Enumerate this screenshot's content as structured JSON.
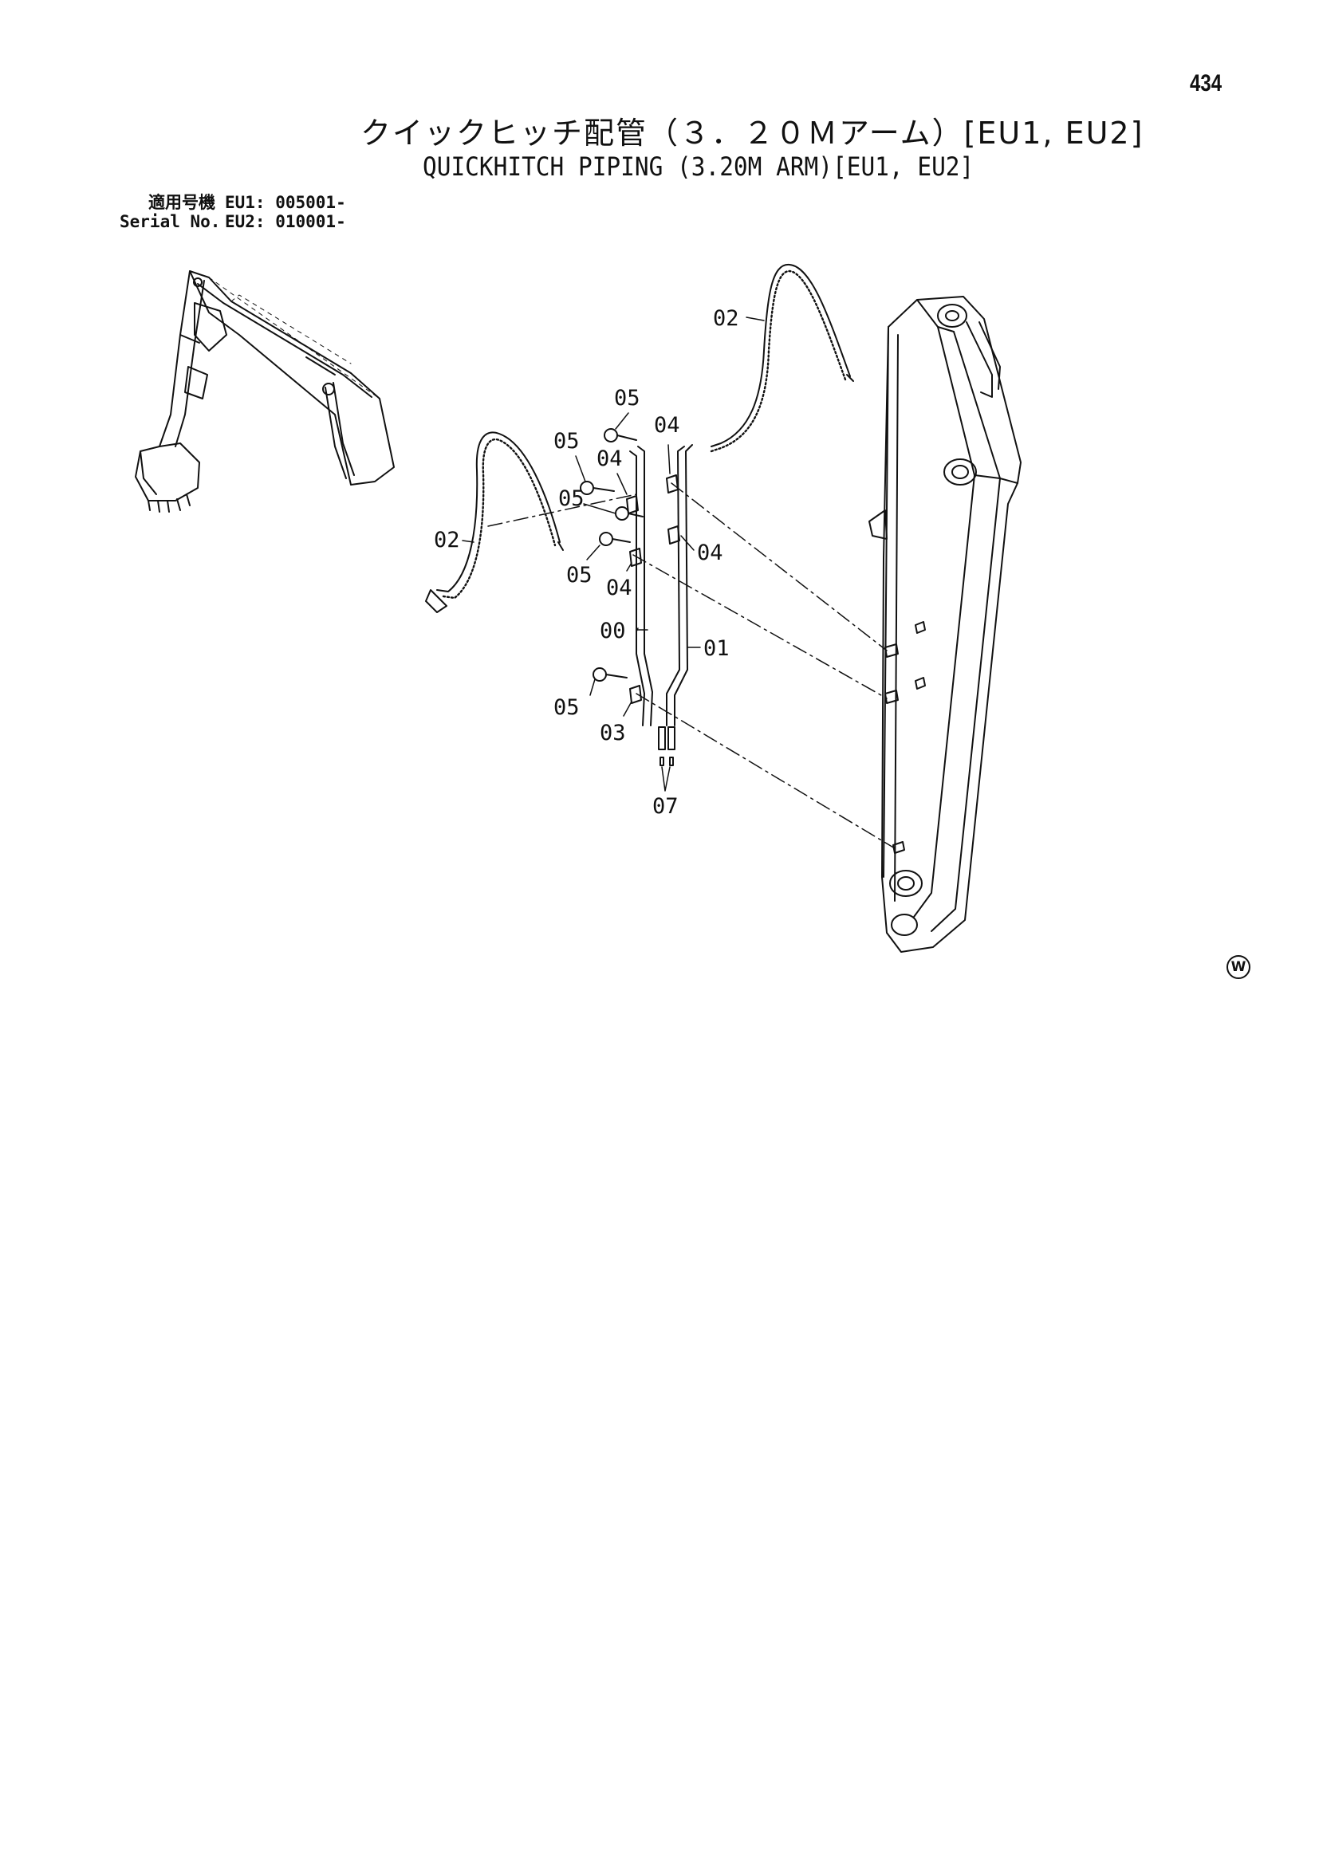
{
  "page": {
    "number": "434",
    "title_jp": "クイックヒッチ配管（３．２０Ｍアーム）[EU1, EU2]",
    "title_en": "QUICKHITCH PIPING (3.20M ARM)[EU1, EU2]",
    "watermark": "W"
  },
  "serial": {
    "rows": [
      {
        "label": "適用号機",
        "value": "EU1: 005001-"
      },
      {
        "label": "Serial No.",
        "value": "EU2: 010001-"
      }
    ]
  },
  "diagram": {
    "callouts": {
      "hose_top": "02",
      "hose_left": "02",
      "bolt_top": "05",
      "bolt_mid1": "05",
      "bolt_mid2": "05",
      "bolt_low": "05",
      "bolt_bottom": "05",
      "clamp_top": "04",
      "clamp_mid1": "04",
      "clamp_mid2": "04",
      "clamp_low": "04",
      "pipe_00": "00",
      "pipe_01": "01",
      "clamp_03": "03",
      "fitting_07": "07"
    }
  }
}
